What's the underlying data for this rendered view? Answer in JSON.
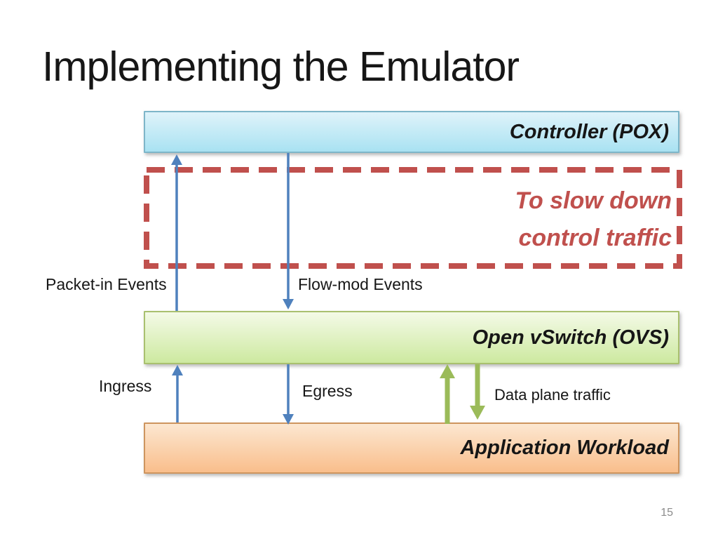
{
  "title": "Implementing the Emulator",
  "page_number": "15",
  "boxes": {
    "controller": "Controller (POX)",
    "ovs": "Open vSwitch (OVS)",
    "workload": "Application Workload"
  },
  "callout": {
    "line1": "To slow down",
    "line2": "control traffic"
  },
  "labels": {
    "packet_in": "Packet-in Events",
    "flow_mod": "Flow-mod Events",
    "ingress": "Ingress",
    "egress": "Egress",
    "data_plane": "Data plane traffic"
  },
  "icons": {
    "packet_in_arrow": "up-arrow",
    "flow_mod_arrow": "down-arrow",
    "ingress_arrow": "up-arrow",
    "egress_arrow": "down-arrow",
    "data_plane_up_arrow": "up-arrow",
    "data_plane_down_arrow": "down-arrow",
    "callout_border": "dashed-rectangle"
  },
  "colors": {
    "accent_blue": "#4F81BD",
    "accent_green": "#9BBB59",
    "accent_red": "#C0504D",
    "controller_fill_top": "#DFF3FA",
    "controller_fill_bottom": "#A9E2F2",
    "controller_border": "#7EB6C9",
    "ovs_fill_top": "#F4FAE7",
    "ovs_fill_bottom": "#CDE9A0",
    "ovs_border": "#A9C06F",
    "workload_fill_top": "#FCE7D1",
    "workload_fill_bottom": "#F9BE8C",
    "workload_border": "#CE955F",
    "page_number_gray": "#8C8C8C"
  }
}
